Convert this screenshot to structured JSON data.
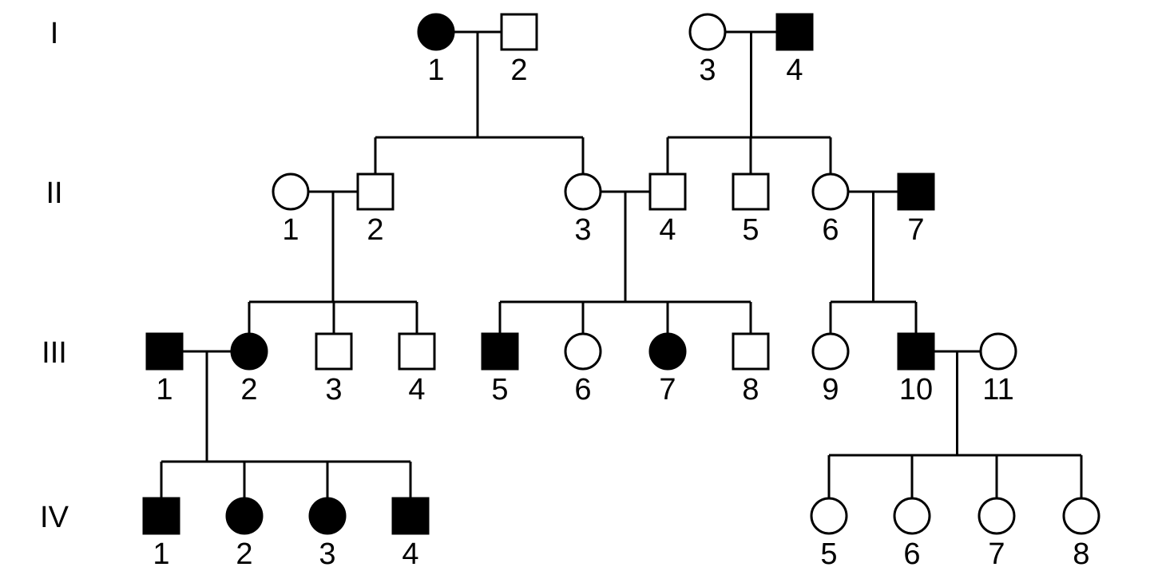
{
  "colors": {
    "affected": "#000000",
    "unaffected": "#ffffff",
    "line": "#000000"
  },
  "generations": [
    {
      "label": "I",
      "individuals": [
        {
          "id": "1",
          "sex": "female",
          "affected": true
        },
        {
          "id": "2",
          "sex": "male",
          "affected": false
        },
        {
          "id": "3",
          "sex": "female",
          "affected": false
        },
        {
          "id": "4",
          "sex": "male",
          "affected": true
        }
      ]
    },
    {
      "label": "II",
      "individuals": [
        {
          "id": "1",
          "sex": "female",
          "affected": false
        },
        {
          "id": "2",
          "sex": "male",
          "affected": false
        },
        {
          "id": "3",
          "sex": "female",
          "affected": false
        },
        {
          "id": "4",
          "sex": "male",
          "affected": false
        },
        {
          "id": "5",
          "sex": "male",
          "affected": false
        },
        {
          "id": "6",
          "sex": "female",
          "affected": false
        },
        {
          "id": "7",
          "sex": "male",
          "affected": true
        }
      ]
    },
    {
      "label": "III",
      "individuals": [
        {
          "id": "1",
          "sex": "male",
          "affected": true
        },
        {
          "id": "2",
          "sex": "female",
          "affected": true
        },
        {
          "id": "3",
          "sex": "male",
          "affected": false
        },
        {
          "id": "4",
          "sex": "male",
          "affected": false
        },
        {
          "id": "5",
          "sex": "male",
          "affected": true
        },
        {
          "id": "6",
          "sex": "female",
          "affected": false
        },
        {
          "id": "7",
          "sex": "female",
          "affected": true
        },
        {
          "id": "8",
          "sex": "male",
          "affected": false
        },
        {
          "id": "9",
          "sex": "female",
          "affected": false
        },
        {
          "id": "10",
          "sex": "male",
          "affected": true
        },
        {
          "id": "11",
          "sex": "female",
          "affected": false
        }
      ]
    },
    {
      "label": "IV",
      "individuals": [
        {
          "id": "1",
          "sex": "male",
          "affected": true
        },
        {
          "id": "2",
          "sex": "female",
          "affected": true
        },
        {
          "id": "3",
          "sex": "female",
          "affected": true
        },
        {
          "id": "4",
          "sex": "male",
          "affected": true
        },
        {
          "id": "5",
          "sex": "female",
          "affected": false
        },
        {
          "id": "6",
          "sex": "female",
          "affected": false
        },
        {
          "id": "7",
          "sex": "female",
          "affected": false
        },
        {
          "id": "8",
          "sex": "female",
          "affected": false
        }
      ]
    }
  ],
  "families": [
    {
      "parents": [
        "I-1",
        "I-2"
      ],
      "children": [
        "II-2",
        "II-3"
      ]
    },
    {
      "parents": [
        "I-3",
        "I-4"
      ],
      "children": [
        "II-4",
        "II-5",
        "II-6"
      ]
    },
    {
      "parents": [
        "II-1",
        "II-2"
      ],
      "children": [
        "III-2",
        "III-3",
        "III-4"
      ]
    },
    {
      "parents": [
        "II-3",
        "II-4"
      ],
      "children": [
        "III-5",
        "III-6",
        "III-7",
        "III-8"
      ]
    },
    {
      "parents": [
        "II-6",
        "II-7"
      ],
      "children": [
        "III-9",
        "III-10"
      ]
    },
    {
      "parents": [
        "III-1",
        "III-2"
      ],
      "children": [
        "IV-1",
        "IV-2",
        "IV-3",
        "IV-4"
      ]
    },
    {
      "parents": [
        "III-10",
        "III-11"
      ],
      "children": [
        "IV-5",
        "IV-6",
        "IV-7",
        "IV-8"
      ]
    }
  ]
}
